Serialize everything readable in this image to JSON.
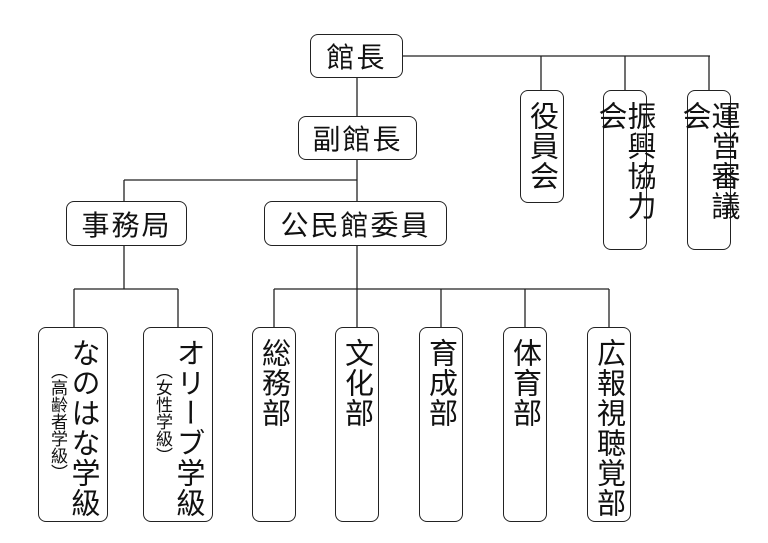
{
  "chart": {
    "top": "館長",
    "vice": "副館長",
    "side_committees": [
      "役員会",
      "振興協力会",
      "運営審議会"
    ],
    "secretariat": "事務局",
    "committee": "公民館委員",
    "classes": [
      {
        "name": "なのはな学級",
        "note": "（高齢者学級）"
      },
      {
        "name": "オリーブ学級",
        "note": "（女性学級）"
      }
    ],
    "departments": [
      "総務部",
      "文化部",
      "育成部",
      "体育部",
      "広報視聴覚部"
    ]
  }
}
